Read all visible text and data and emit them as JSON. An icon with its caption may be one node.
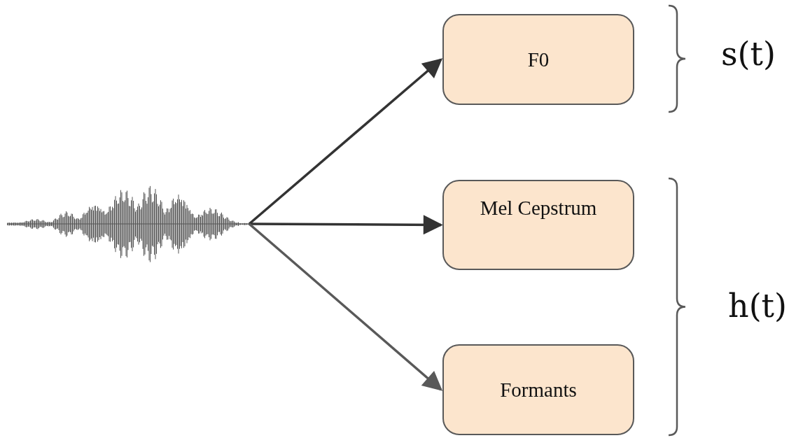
{
  "diagram": {
    "nodes": [
      {
        "text": [],
        "shape": "picture"
      },
      {
        "text": [
          "F0"
        ]
      },
      {
        "text": [
          "Mel Cepstrum"
        ]
      },
      {
        "text": [
          "Formants"
        ]
      }
    ],
    "edges": [
      {
        "from": 0,
        "to": 1,
        "arrow": "to"
      },
      {
        "from": 0,
        "to": 2,
        "arrow": "to"
      },
      {
        "from": 0,
        "to": 3,
        "arrow": "to",
        "color": "#595959"
      }
    ],
    "labels": [
      "s(t)",
      "h(t)"
    ]
  }
}
